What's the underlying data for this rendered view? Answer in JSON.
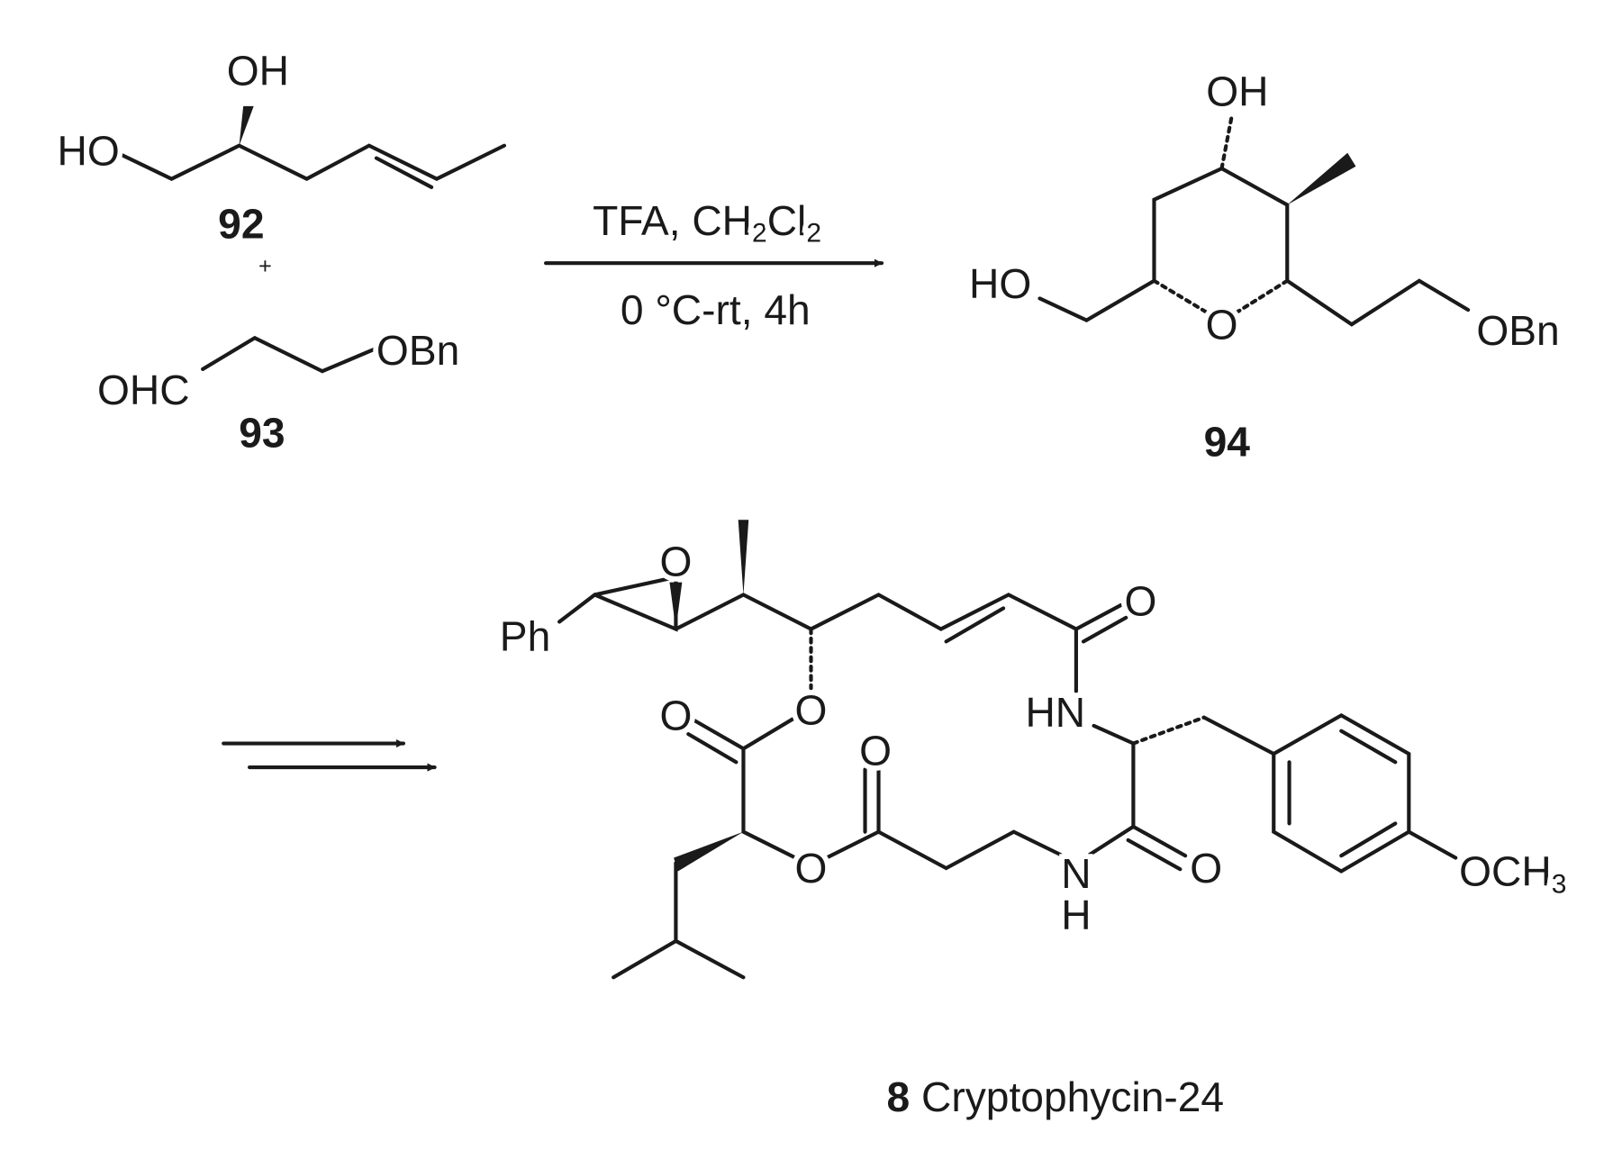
{
  "compounds": {
    "c92": {
      "number": "92",
      "atoms": {
        "oh_top": "OH",
        "ho_left": "HO"
      }
    },
    "plus": "+",
    "c93": {
      "number": "93",
      "atoms": {
        "ohc": "OHC",
        "obn": "OBn"
      }
    },
    "c94": {
      "number": "94",
      "atoms": {
        "oh_top": "OH",
        "ho_left": "HO",
        "ring_o": "O",
        "obn": "OBn"
      }
    },
    "c8": {
      "number": "8",
      "name": "Cryptophycin-24",
      "atoms": {
        "ph": "Ph",
        "epoxide_o": "O",
        "amide_o_top": "O",
        "hn": "HN",
        "ester_o_link": "O",
        "ester_carbonyl_o": "O",
        "ester2_carbonyl_o": "O",
        "ester2_o": "O",
        "amide_n": "N",
        "amide_h": "H",
        "amide_o_bottom": "O",
        "och3_main": "OCH",
        "och3_sub": "3"
      }
    }
  },
  "reaction": {
    "reagents_main": "TFA, CH",
    "reagents_sub1": "2",
    "reagents_cl": "Cl",
    "reagents_sub2": "2",
    "conditions": "0 °C-rt, 4h"
  },
  "colors": {
    "ink": "#1a1a1a",
    "background": "#ffffff"
  }
}
